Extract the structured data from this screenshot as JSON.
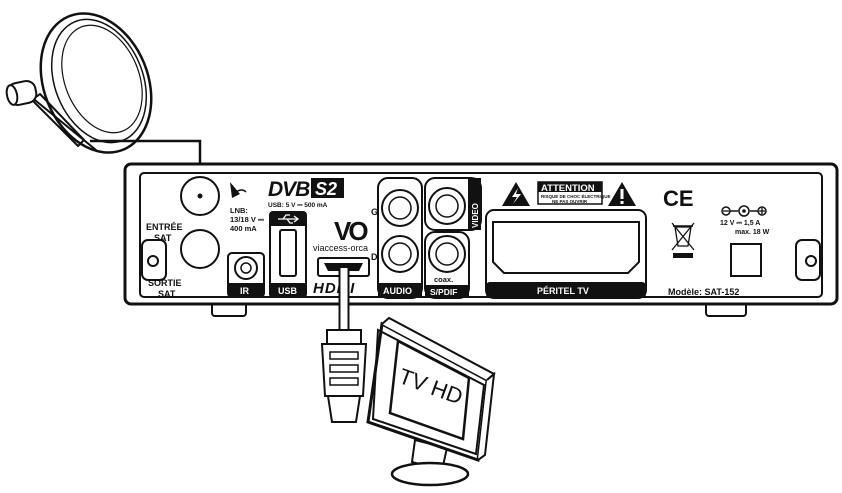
{
  "brand": {
    "dvb_logo": "DVB",
    "dvb_suffix": "S2",
    "vo_logo": "VO",
    "viaccess": "viaccess-orca",
    "hdmi_logo": "HDMI"
  },
  "inputs": {
    "entree": [
      "ENTRÉE",
      "SAT"
    ],
    "sortie": [
      "SORTIE",
      "SAT"
    ],
    "lnb": [
      "LNB:",
      "13/18 V ⎓",
      "400 mA"
    ]
  },
  "ports": {
    "ir": "IR",
    "usb": "USB",
    "usb_spec": "USB: 5 V ⎓ 500 mA",
    "audio": "AUDIO",
    "video": "VIDEO",
    "coax": "coax.",
    "spdif": "S/PDIF",
    "peritel": "PÉRITEL TV",
    "g": "G",
    "d": "D"
  },
  "warning": {
    "title": "ATTENTION",
    "line1": "RISQUE DE CHOC ÉLECTRIQUE",
    "line2": "NE PAS OUVRIR"
  },
  "power": {
    "ce": "CE",
    "spec1": "12 V ⎓ 1,5 A",
    "spec2": "max. 18 W",
    "model": "Modèle: SAT-152"
  },
  "tv": {
    "label": "TV HD"
  }
}
